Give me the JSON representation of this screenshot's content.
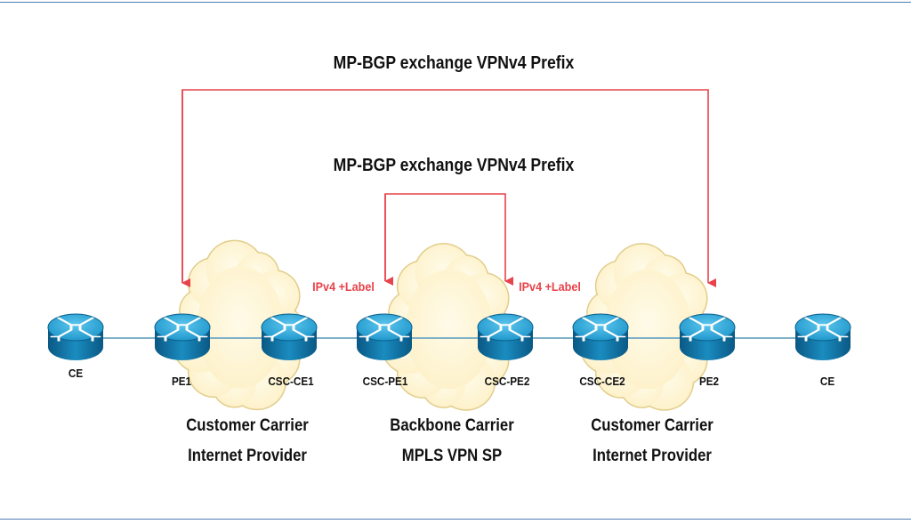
{
  "bgp": {
    "outer_label": "MP-BGP exchange VPNv4 Prefix",
    "inner_label": "MP-BGP exchange VPNv4 Prefix"
  },
  "labels": {
    "left_label": "IPv4 +Label",
    "right_label": "IPv4 +Label"
  },
  "devices": {
    "ce_left": "CE",
    "pe1": "PE1",
    "csc_ce1": "CSC-CE1",
    "csc_pe1": "CSC-PE1",
    "csc_pe2": "CSC-PE2",
    "csc_ce2": "CSC-CE2",
    "pe2": "PE2",
    "ce_right": "CE"
  },
  "carriers": {
    "left": {
      "line1": "Customer Carrier",
      "line2": "Internet Provider"
    },
    "middle": {
      "line1": "Backbone Carrier",
      "line2": "MPLS  VPN  SP"
    },
    "right": {
      "line1": "Customer Carrier",
      "line2": "Internet Provider"
    }
  },
  "colors": {
    "arrow": "#e8424a",
    "router_fill": "#1f9fd1",
    "router_dark": "#0b5f8c",
    "cloud_fill": "#fff4cc",
    "cloud_stroke": "#e2cd8b",
    "link": "#7fb2c9",
    "frame": "#4d7fb3"
  }
}
